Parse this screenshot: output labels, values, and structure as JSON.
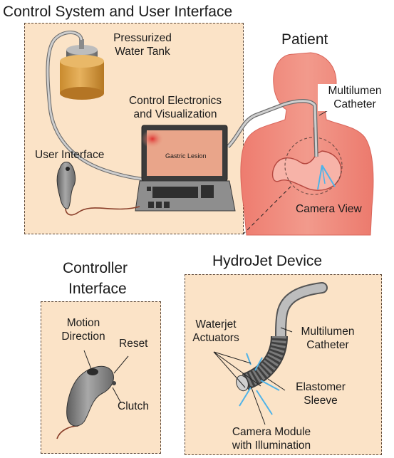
{
  "sections": {
    "control_system": {
      "title": "Control System and User Interface",
      "tank_label": [
        "Pressurized",
        "Water Tank"
      ],
      "electronics_label": [
        "Control Electronics",
        "and Visualization"
      ],
      "screen_label": "Gastric Lesion",
      "user_interface_label": "User Interface"
    },
    "patient": {
      "title": "Patient",
      "catheter_label": [
        "Multilumen",
        "Catheter"
      ],
      "camera_view_label": "Camera View"
    },
    "controller": {
      "title": [
        "Controller",
        "Interface"
      ],
      "motion_label": [
        "Motion",
        "Direction"
      ],
      "reset_label": "Reset",
      "clutch_label": "Clutch"
    },
    "hydrojet": {
      "title": "HydroJet Device",
      "actuators_label": [
        "Waterjet",
        "Actuators"
      ],
      "catheter_label": [
        "Multilumen",
        "Catheter"
      ],
      "sleeve_label": [
        "Elastomer",
        "Sleeve"
      ],
      "camera_label": [
        "Camera Module",
        "with Illumination"
      ]
    }
  },
  "colors": {
    "panel_fill": "#fbe3c7",
    "panel_border": "#5b4636",
    "body_fill": "#f08d7f",
    "tank_fill": "#d9a14a",
    "screen_fill": "#e9a58a",
    "jet_color": "#4fb3e8"
  }
}
